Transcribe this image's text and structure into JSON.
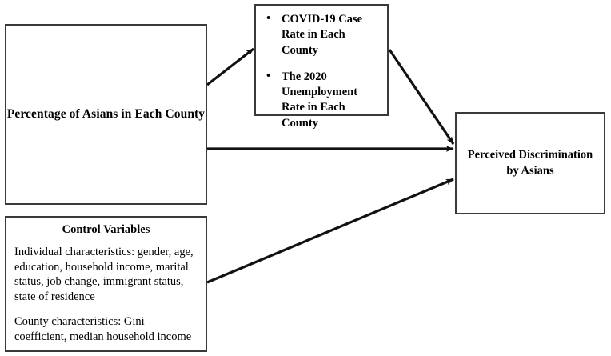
{
  "diagram": {
    "title": "Conceptual mediation model",
    "line_color": "#3a3a3a",
    "arrow_color": "#1a1a1a",
    "background": "#ffffff"
  },
  "nodes": {
    "predictor": {
      "label": "Percentage of Asians in Each County"
    },
    "mediators": {
      "bullet_glyph": "•",
      "items": [
        {
          "text": "COVID-19 Case Rate in Each County"
        },
        {
          "text": "The 2020 Unemployment Rate in Each County"
        }
      ]
    },
    "outcome": {
      "label": "Perceived Discrimination by Asians"
    },
    "controls": {
      "title": "Control Variables",
      "paragraphs": [
        "Individual characteristics: gender, age, education, household income, marital status, job change, immigrant status, state of residence",
        "County characteristics: Gini coefficient, median household income"
      ]
    }
  },
  "edges": [
    {
      "name": "predictor-to-mediators",
      "from": "predictor",
      "to": "mediators"
    },
    {
      "name": "mediators-to-outcome",
      "from": "mediators",
      "to": "outcome"
    },
    {
      "name": "predictor-to-outcome",
      "from": "predictor",
      "to": "outcome"
    },
    {
      "name": "controls-to-outcome",
      "from": "controls",
      "to": "outcome"
    }
  ]
}
